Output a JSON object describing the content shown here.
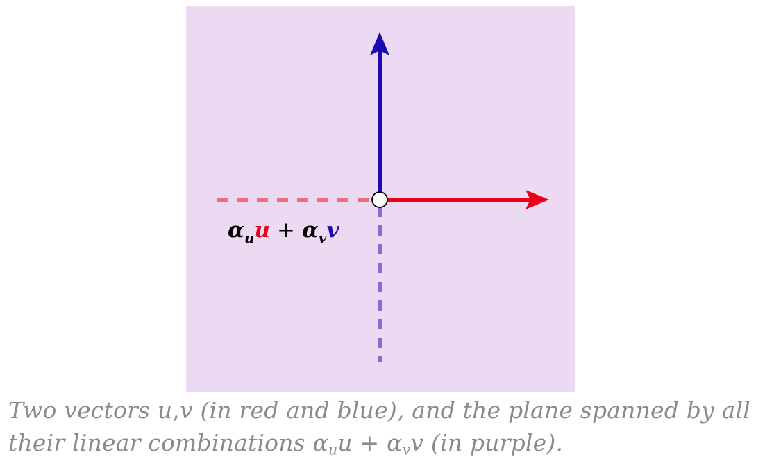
{
  "figure": {
    "label": {
      "coef_u": "α",
      "sub_u": "u",
      "vec_u": "u",
      "plus": "+",
      "coef_v": "α",
      "sub_v": "v",
      "vec_v": "v"
    }
  },
  "caption": {
    "part1": "Two vectors ",
    "u": "u",
    "comma": ",",
    "v": "v",
    "part2": " (in red and blue), and the plane spanned by all their linear combinations ",
    "combo_alpha_u": "α",
    "combo_sub_u": "u",
    "combo_u": "u",
    "combo_plus": " + ",
    "combo_alpha_v": "α",
    "combo_sub_v": "v",
    "combo_v": "v",
    "part3": " (in purple)."
  },
  "colors": {
    "plane": "#ecd9f2",
    "vector_u": "#e8001c",
    "vector_v": "#1a0bb0",
    "dash_u": "#ef6b7d",
    "dash_v": "#8a6ad6",
    "caption": "#8a8a8a"
  }
}
